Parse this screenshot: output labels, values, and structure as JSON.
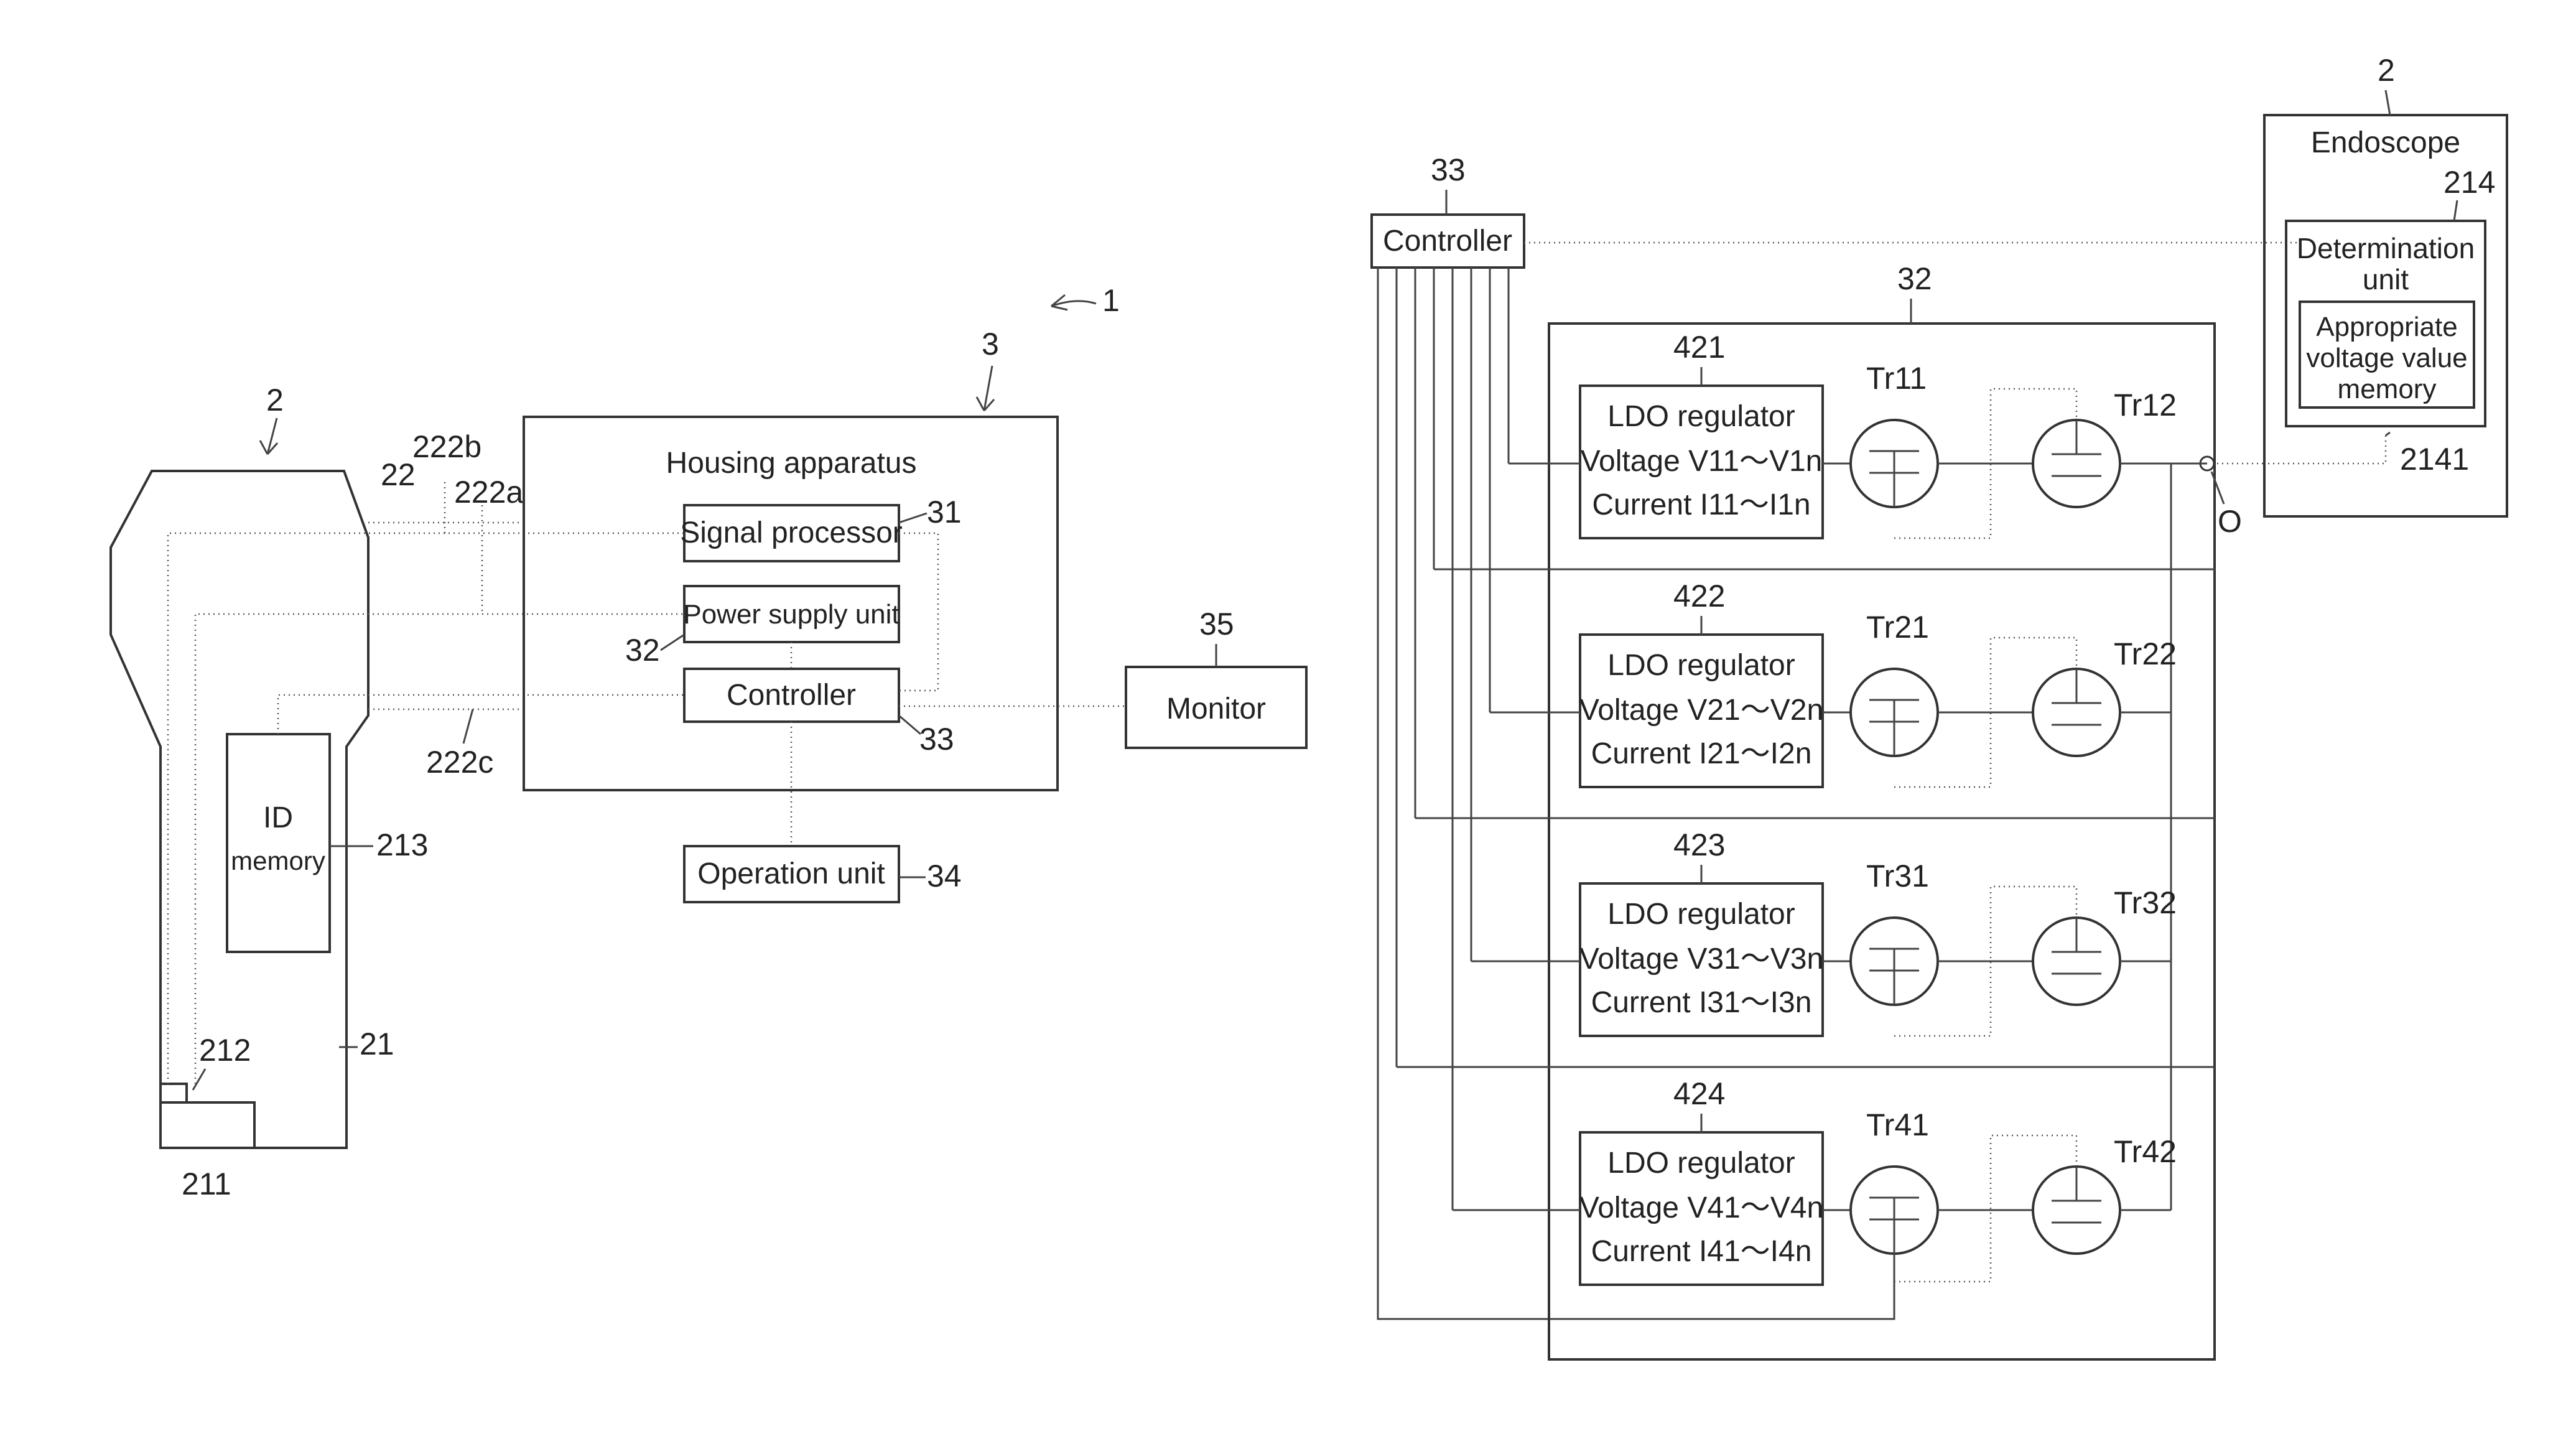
{
  "fig_left": {
    "system_ref": "1",
    "endoscope_ref": "2",
    "housing": {
      "ref": "3",
      "title": "Housing apparatus"
    },
    "signal_processor": {
      "label": "Signal processor",
      "ref": "31"
    },
    "power_supply": {
      "label": "Power supply unit",
      "ref": "32"
    },
    "controller": {
      "label": "Controller",
      "ref": "33"
    },
    "operation_unit": {
      "label": "Operation unit",
      "ref": "34"
    },
    "monitor": {
      "label": "Monitor",
      "ref": "35"
    },
    "id_memory": {
      "label_line1": "ID",
      "label_line2": "memory",
      "ref": "213"
    },
    "refs": {
      "cable": "22",
      "line_b": "222b",
      "line_a": "222a",
      "line_c": "222c",
      "body": "21",
      "part_212": "212",
      "part_211": "211"
    }
  },
  "fig_right": {
    "controller": {
      "label": "Controller",
      "ref": "33"
    },
    "power_ref": "32",
    "endoscope": {
      "ref": "2",
      "title": "Endoscope"
    },
    "determination": {
      "ref": "214",
      "line1": "Determination",
      "line2": "unit"
    },
    "memory": {
      "ref": "2141",
      "line1": "Appropriate",
      "line2": "voltage value",
      "line3": "memory"
    },
    "output_label": "O",
    "regulators": [
      {
        "ref": "421",
        "title": "LDO regulator",
        "voltage": "Voltage V11～V1n",
        "current": "Current I11～I1n",
        "tr_a": "Tr11",
        "tr_b": "Tr12"
      },
      {
        "ref": "422",
        "title": "LDO regulator",
        "voltage": "Voltage V21～V2n",
        "current": "Current I21～I2n",
        "tr_a": "Tr21",
        "tr_b": "Tr22"
      },
      {
        "ref": "423",
        "title": "LDO regulator",
        "voltage": "Voltage V31～V3n",
        "current": "Current I31～I3n",
        "tr_a": "Tr31",
        "tr_b": "Tr32"
      },
      {
        "ref": "424",
        "title": "LDO regulator",
        "voltage": "Voltage V41～V4n",
        "current": "Current I41～I4n",
        "tr_a": "Tr41",
        "tr_b": "Tr42"
      }
    ]
  }
}
